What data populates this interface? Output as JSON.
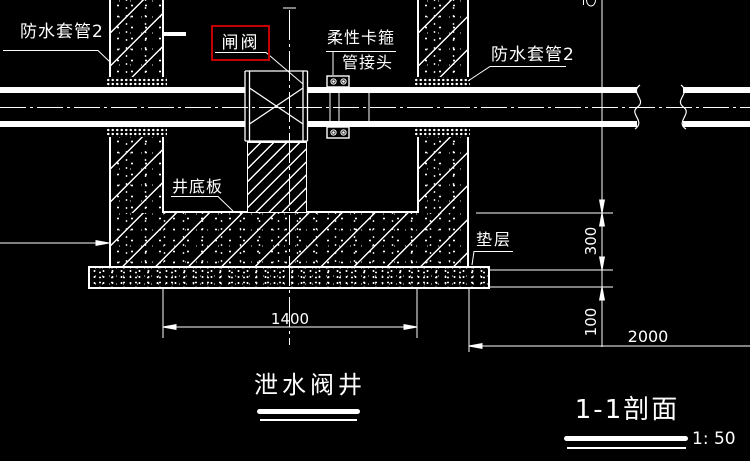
{
  "canvas": {
    "background_color": "#000000",
    "line_color": "#ffffff",
    "highlight_box_color": "#c40000"
  },
  "labels": {
    "sleeve_left": "防水套管2",
    "gate_valve": "闸阀",
    "clamp_line1": "柔性卡箍",
    "clamp_line2": "管接头",
    "sleeve_right": "防水套管2",
    "bottom_slab": "井底板",
    "cushion": "垫层"
  },
  "dimensions": {
    "well_inner_width": "1400",
    "slab_thickness": "300",
    "cushion_thickness": "100",
    "outer_width": "2000"
  },
  "titles": {
    "drawing_title": "泄水阀井",
    "section_title": "1-1剖面",
    "scale": "1: 50"
  }
}
